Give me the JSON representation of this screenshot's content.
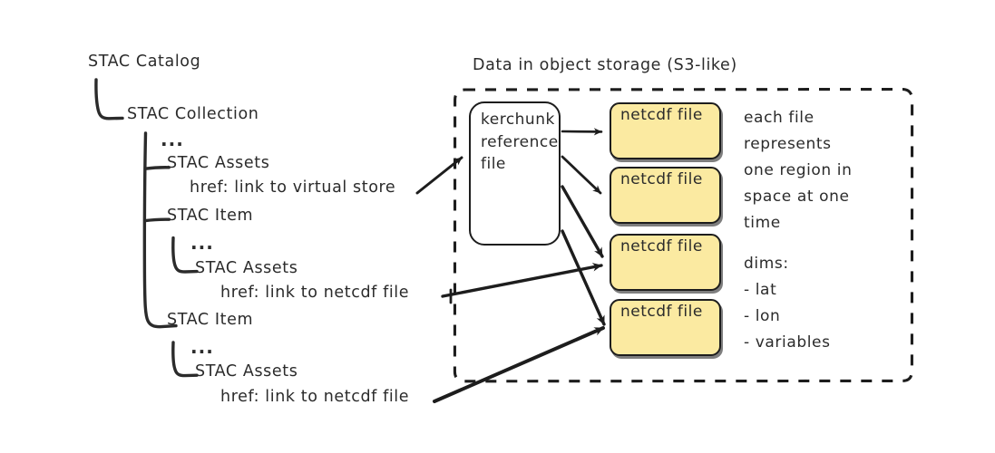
{
  "diagram": {
    "title_left": "STAC Catalog",
    "title_right": "Data in object storage (S3-like)"
  },
  "tree": {
    "root": "STAC Catalog",
    "collection": "STAC Collection",
    "ellipsis": "...",
    "nodes": [
      {
        "label": "STAC Assets",
        "href": "href: link to virtual store"
      },
      {
        "label": "STAC Item"
      },
      {
        "label": "STAC Assets",
        "href": "href: link to netcdf file"
      },
      {
        "label": "STAC Item"
      },
      {
        "label": "STAC Assets",
        "href": "href: link to netcdf file"
      }
    ]
  },
  "storage": {
    "boundary_label": "Data in object storage (S3-like)",
    "kerchunk": {
      "line1": "kerchunk",
      "line2": "reference",
      "line3": "file"
    },
    "files": [
      {
        "label": "netcdf file"
      },
      {
        "label": "netcdf file"
      },
      {
        "label": "netcdf file"
      },
      {
        "label": "netcdf file"
      }
    ]
  },
  "annotations": {
    "file_note": [
      "each file",
      "represents",
      "one region in",
      "space at one",
      "time"
    ],
    "dims_heading": "dims:",
    "dims_items": [
      "- lat",
      "- lon",
      "- variables"
    ]
  },
  "colors": {
    "ink": "#2b2b2b",
    "stroke": "#1d1d1d",
    "netcdf_fill": "#fbeaa1",
    "background": "#ffffff"
  }
}
